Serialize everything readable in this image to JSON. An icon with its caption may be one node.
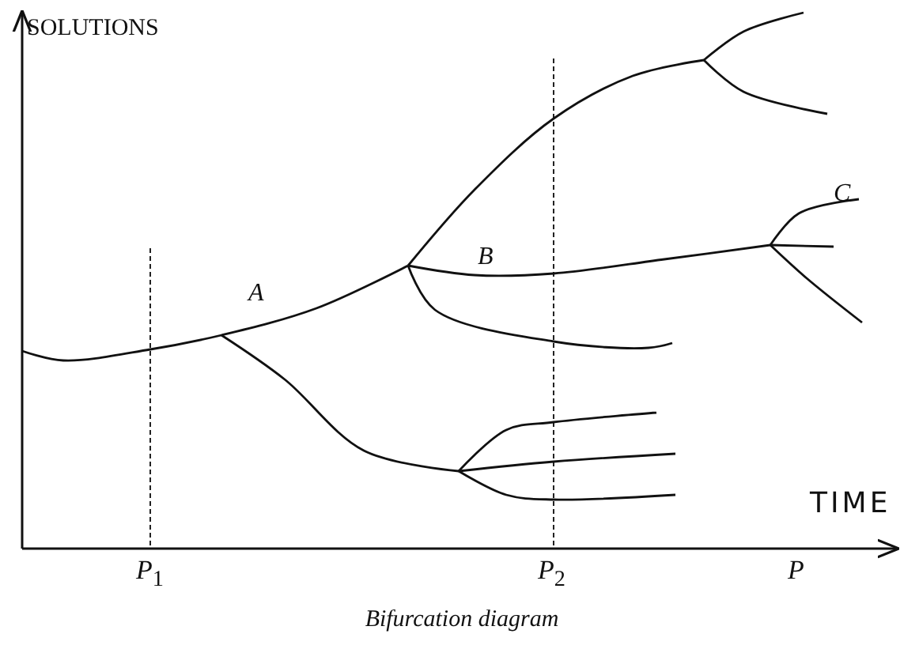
{
  "diagram": {
    "caption": "Bifurcation diagram",
    "labels": [
      "SOLUTIONS",
      "A",
      "B",
      "C",
      "TIME",
      "*P*$_{1}$",
      "*P*$_{2}$",
      "P"
    ]
  }
}
